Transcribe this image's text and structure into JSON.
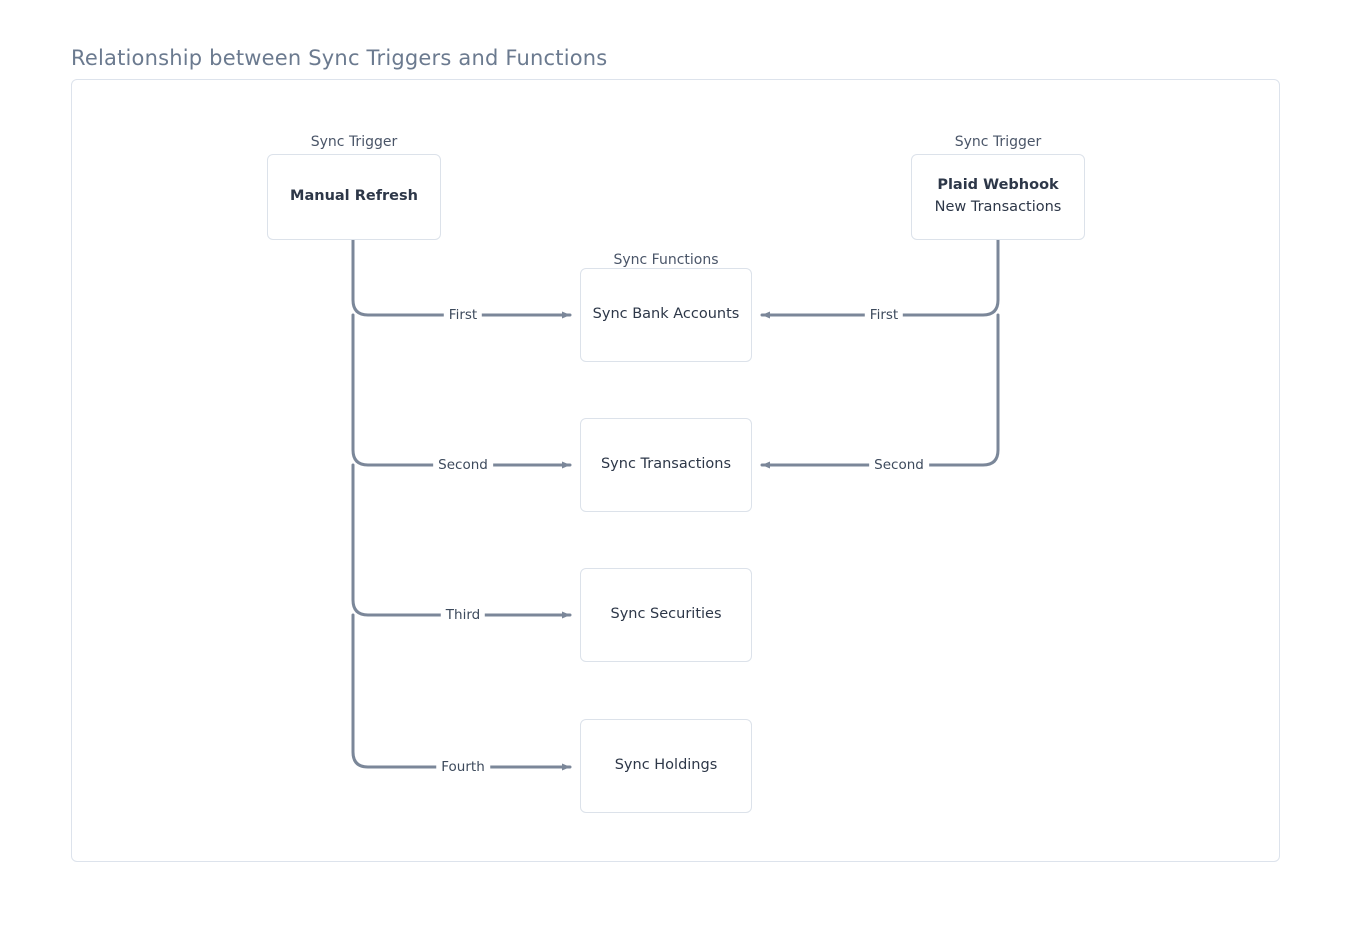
{
  "title": "Relationship between Sync Triggers and Functions",
  "groups": {
    "trigger_left_caption": "Sync Trigger",
    "trigger_right_caption": "Sync Trigger",
    "functions_caption": "Sync Functions"
  },
  "nodes": {
    "manual_refresh": {
      "line1": "Manual Refresh",
      "line2": ""
    },
    "plaid_webhook": {
      "line1": "Plaid Webhook",
      "line2": "New Transactions"
    },
    "sync_bank_accounts": {
      "line1": "Sync Bank Accounts",
      "line2": ""
    },
    "sync_transactions": {
      "line1": "Sync Transactions",
      "line2": ""
    },
    "sync_securities": {
      "line1": "Sync Securities",
      "line2": ""
    },
    "sync_holdings": {
      "line1": "Sync Holdings",
      "line2": ""
    }
  },
  "edges": {
    "manual_first": "First",
    "manual_second": "Second",
    "manual_third": "Third",
    "manual_fourth": "Fourth",
    "webhook_first": "First",
    "webhook_second": "Second"
  },
  "colors": {
    "edge": "#7b8799",
    "node_border": "#dce2ea",
    "frame_border": "#dde3ec",
    "title_text": "#6b7a8f",
    "node_text": "#2d3748",
    "caption_text": "#4a5568",
    "background": "#ffffff"
  }
}
